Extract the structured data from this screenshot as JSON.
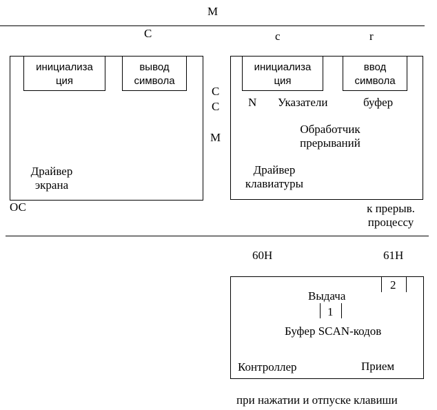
{
  "top_label": "M",
  "driver_label_c_upper": "C",
  "driver_label_c_lower": "c",
  "driver_label_r": "r",
  "ssm": {
    "c1": "C",
    "c2": "C",
    "m": "M"
  },
  "screen_driver": {
    "init_box": "инициализа\nция",
    "output_box": "вывод\nсимвола",
    "title": "Драйвер\nэкрана",
    "os_label": "ОС"
  },
  "keyboard_driver": {
    "init_box": "инициализа\nция",
    "input_box": "ввод\nсимвола",
    "n_label": "N",
    "pointers_label": "Указатели",
    "buffer_label": "буфер",
    "interrupt_handler": "Обработчик\nпрерываний",
    "title": "Драйвер\nклавиатуры",
    "to_process": "к прерыв.\nпроцессу"
  },
  "ports": {
    "p60": "60H",
    "p61": "61H"
  },
  "controller": {
    "output_label": "Выдача",
    "num1": "1",
    "num2": "2",
    "scan_buffer": "Буфер SCAN-кодов",
    "controller_label": "Контроллер",
    "receive_label": "Прием",
    "caption": "при нажатии и отпуске клавиши"
  }
}
